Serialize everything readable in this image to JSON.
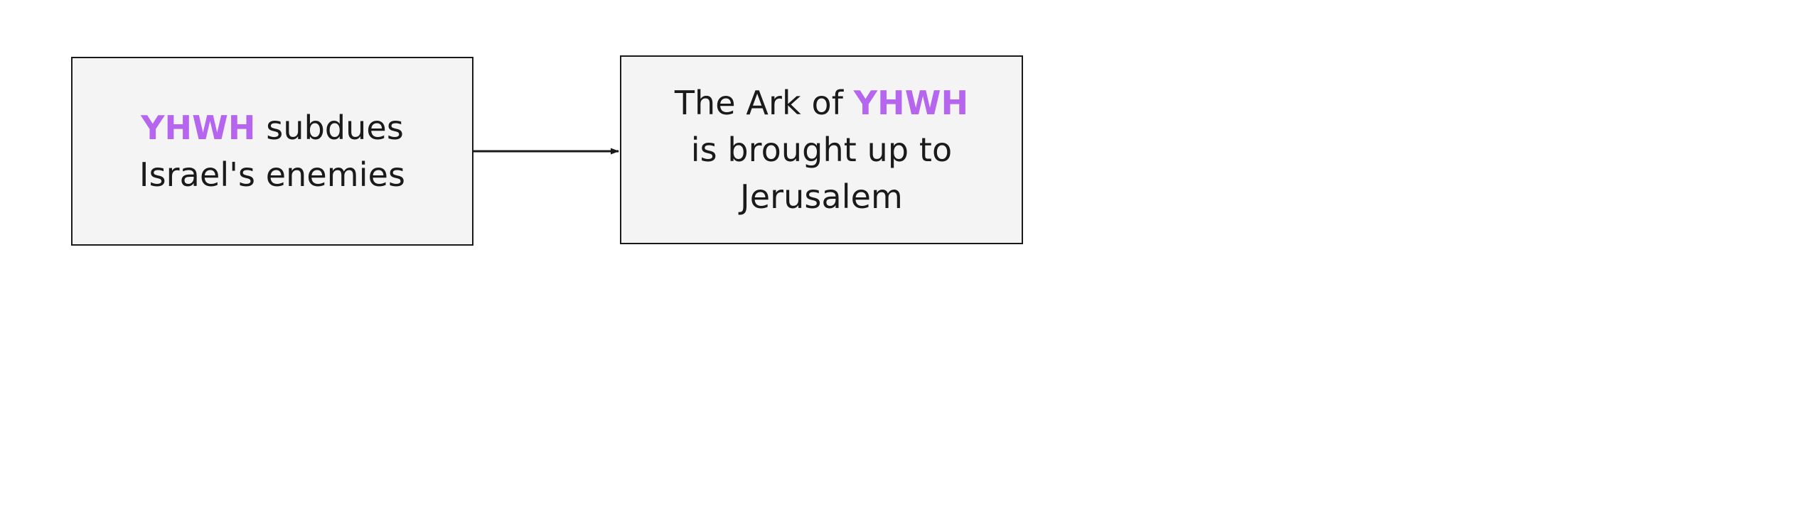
{
  "diagram": {
    "type": "flowchart",
    "direction": "left-to-right",
    "background_color": "#ffffff",
    "node_fill_color": "#f4f4f4",
    "node_border_color": "#1a1a1a",
    "text_color": "#1a1a1a",
    "accent_color": "#b666ee",
    "nodes": [
      {
        "id": "node-a",
        "full_text": "YHWH subdues Israel's enemies",
        "lines": [
          {
            "accent_text": "YHWH",
            "plain_text": " subdues"
          },
          {
            "accent_text": "",
            "plain_text": "Israel's enemies"
          }
        ]
      },
      {
        "id": "node-b",
        "full_text": "The Ark of YHWH is brought up to Jerusalem",
        "lines": [
          {
            "plain_text": "The Ark of ",
            "accent_text": "YHWH"
          },
          {
            "plain_text": "is brought up to",
            "accent_text": ""
          },
          {
            "plain_text": "Jerusalem",
            "accent_text": ""
          }
        ]
      }
    ],
    "edges": [
      {
        "id": "edge-a-b",
        "from": "node-a",
        "to": "node-b",
        "label": "",
        "arrowhead": "solid-triangle"
      }
    ]
  }
}
